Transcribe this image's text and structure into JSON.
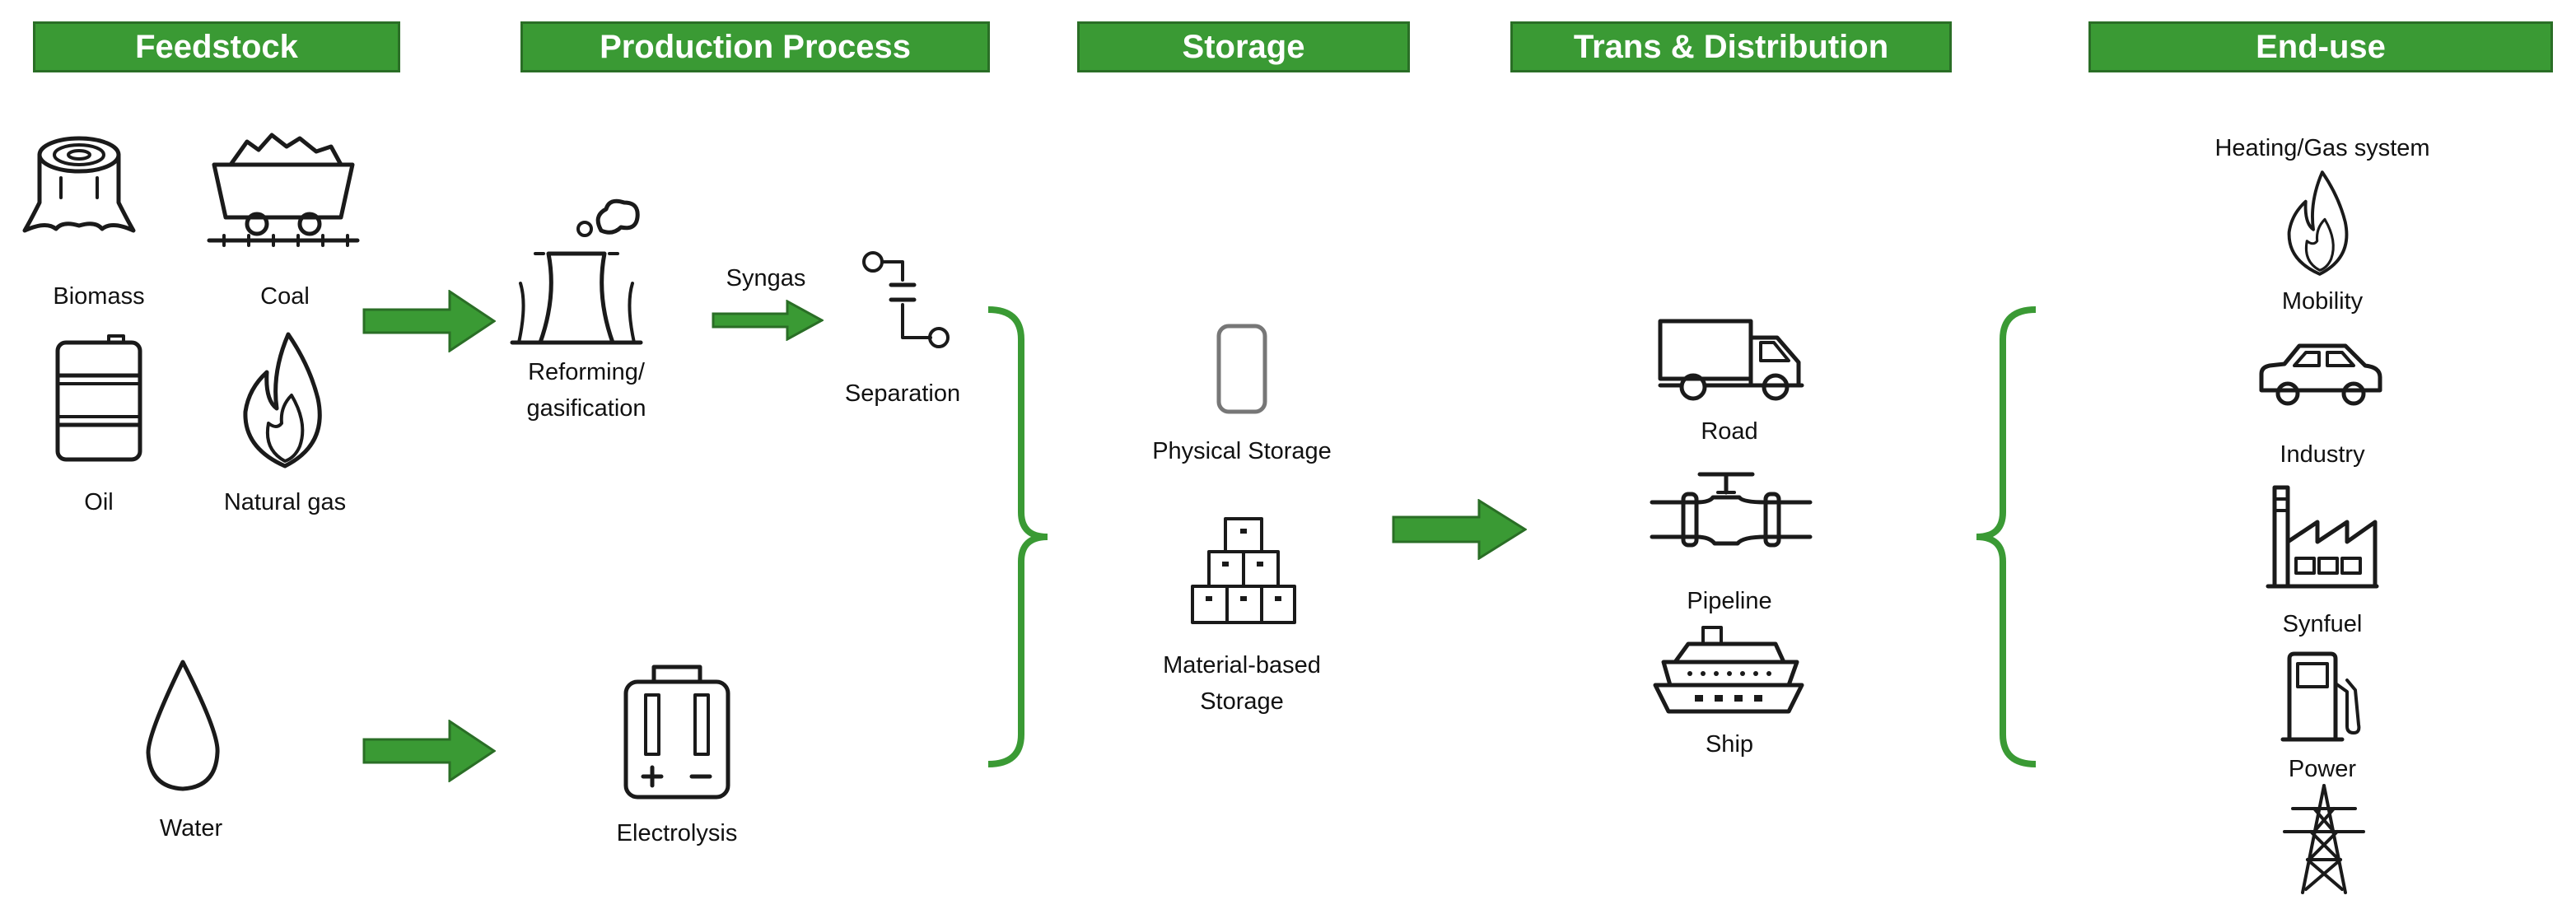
{
  "headers": {
    "feedstock": "Feedstock",
    "production": "Production Process",
    "storage": "Storage",
    "trans": "Trans & Distribution",
    "enduse": "End-use"
  },
  "feedstock": {
    "biomass": "Biomass",
    "coal": "Coal",
    "oil": "Oil",
    "natural_gas": "Natural gas",
    "water": "Water"
  },
  "production": {
    "syngas": "Syngas",
    "reforming_line1": "Reforming/",
    "reforming_line2": "gasification",
    "separation": "Separation",
    "electrolysis": "Electrolysis"
  },
  "storage": {
    "physical": "Physical Storage",
    "material_line1": "Material-based",
    "material_line2": "Storage"
  },
  "trans": {
    "road": "Road",
    "pipeline": "Pipeline",
    "ship": "Ship"
  },
  "enduse": {
    "heating": "Heating/Gas system",
    "mobility": "Mobility",
    "industry": "Industry",
    "synfuel": "Synfuel",
    "power": "Power"
  },
  "colors": {
    "header_fill": "#3a9a34",
    "arrow": "#3a9a34",
    "brace": "#3a9a34",
    "icon_stroke": "#1a1a1a"
  },
  "icons": [
    "tree-stump-icon",
    "coal-cart-icon",
    "oil-barrel-icon",
    "flame-icon",
    "water-drop-icon",
    "power-plant-icon",
    "valve-separation-icon",
    "battery-electrolysis-icon",
    "gas-cylinder-icon",
    "stacked-boxes-icon",
    "truck-icon",
    "pipeline-valve-icon",
    "ship-icon",
    "flame-icon",
    "car-icon",
    "factory-icon",
    "fuel-pump-icon",
    "power-pylon-icon"
  ]
}
